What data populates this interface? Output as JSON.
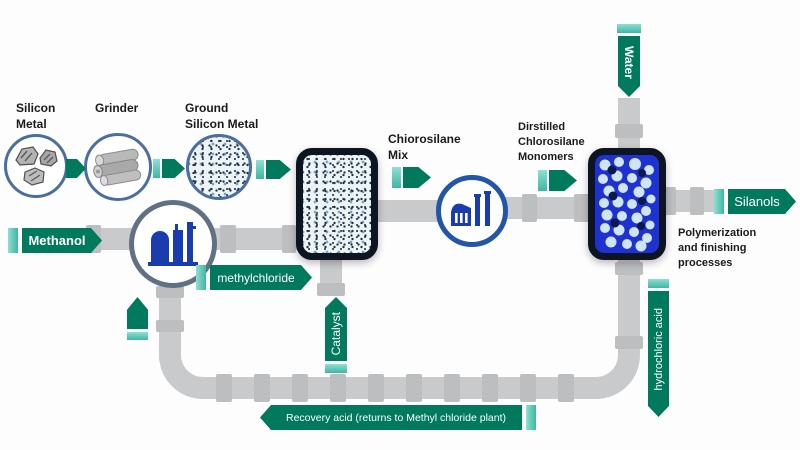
{
  "diagram": "silicone-production-process-flow",
  "nodes": {
    "silicon_metal_label": "Silicon\nMetal",
    "grinder_label": "Grinder",
    "ground_silicon_label": "Ground\nSilicon Metal",
    "chlorosilane_mix_label": "Chiorosilane\nMix",
    "distilled_monomers_label": "Dirstilled\nChlorosilane\nMonomers",
    "polymerization_label": "Polymerization\nand finishing\nprocesses"
  },
  "flow_labels": {
    "methanol": "Methanol",
    "methylchloride": "methylchloride",
    "catalyst": "Catalyst",
    "water": "Water",
    "silanols": "Silanols",
    "hydrochloric_acid": "hydrochloric acid",
    "recovery_acid": "Recovery acid (returns to Methyl chloride plant)"
  },
  "icons": {
    "silicon_rocks": "silicon-rocks-icon",
    "grinder_rollers": "grinder-rollers-icon",
    "ground_particles": "ground-silicon-particles-icon",
    "refinery_plant": "refinery-plant-icon",
    "factory_chimneys": "factory-chimneys-icon",
    "fluidized_bed_reactor": "fluidized-bed-reactor-icon",
    "polymer_reactor": "polymer-beads-reactor-icon"
  },
  "colors": {
    "arrow_green": "#00795d",
    "arrow_teal": "#4fc3b2",
    "pipe_gray": "#c9cacb",
    "pipe_joint_gray": "#bcbec0",
    "vessel_border": "#0d1522",
    "vessel_blue_fill": "#1e32d2",
    "vessel_dot_light": "#cfe4f4",
    "vessel_dot_navy": "#0a1950",
    "circle_ring_steel": "#4a6e9e",
    "plant_ring_gray": "#5f7183",
    "plant_ring_blue": "#2356a8",
    "plant_icon_blue": "#1b3cae",
    "label_text": "#1a1a1a"
  }
}
